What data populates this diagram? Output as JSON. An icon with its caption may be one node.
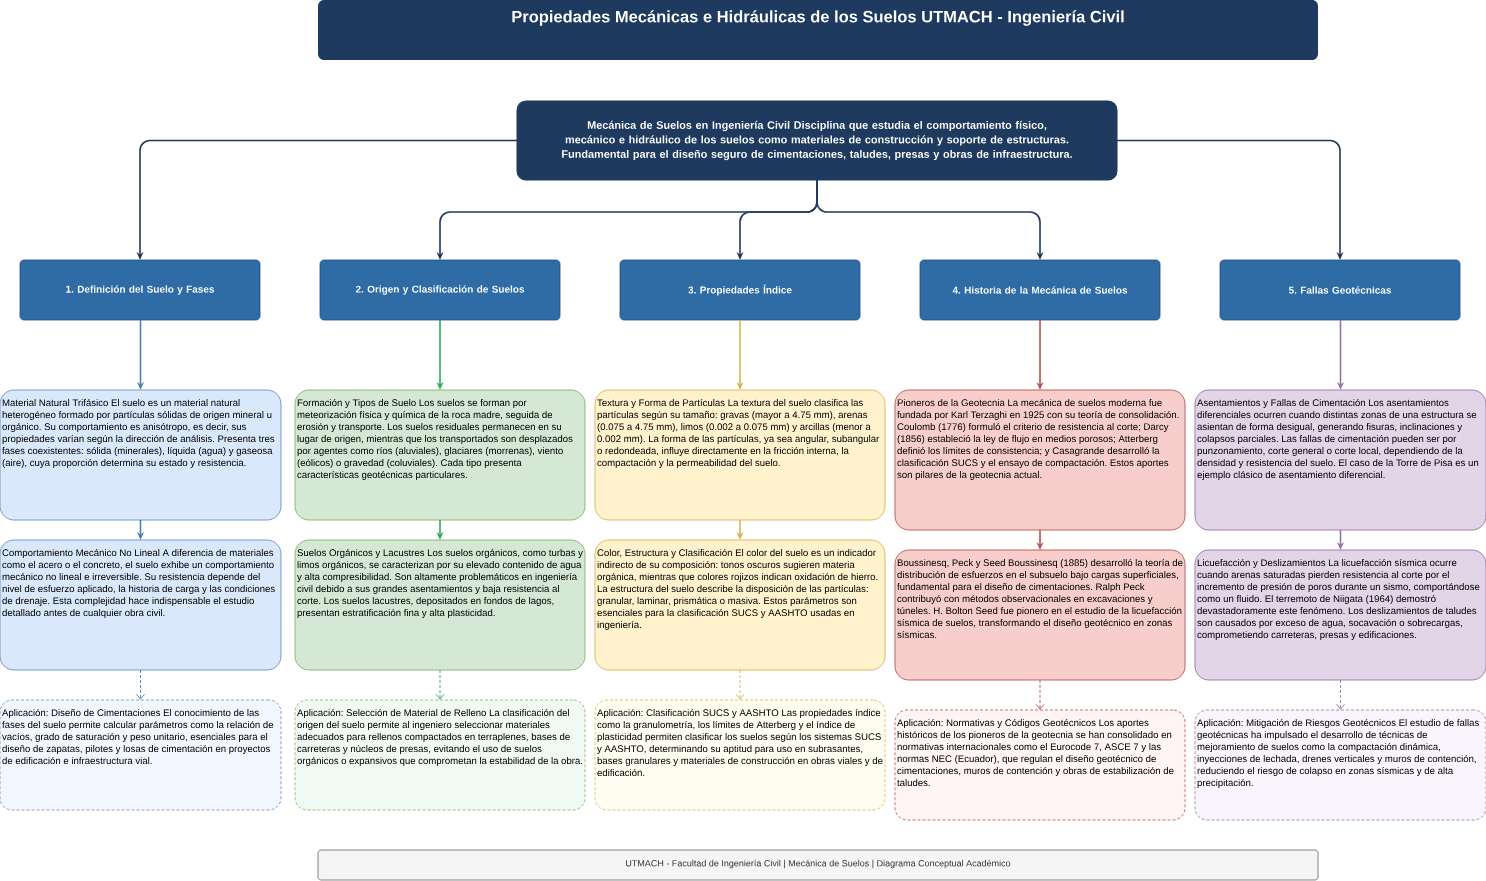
{
  "diagram": {
    "title": "Propiedades Mecánicas e Hidráulicas de los Suelos UTMACH - Ingeniería Civil",
    "caption": "UTMACH - Facultad de Ingeniería Civil | Mecánica de Suelos | Diagrama Conceptual Académico",
    "nodes": [
      {
        "text": [
          "Mecánica de Suelos en Ingeniería Civil Disciplina que estudia el comportamiento físico, mecánico e hidráulico de los suelos como materiales de construcción y soporte de estructuras. Fundamental para el diseño seguro de cimentaciones, taludes, presas y obras de infraestructura."
        ]
      },
      {
        "text": [
          "1. Definición del Suelo y Fases"
        ]
      },
      {
        "text": [
          "2. Origen y Clasificación de Suelos"
        ]
      },
      {
        "text": [
          "3. Propiedades Índice"
        ]
      },
      {
        "text": [
          "4. Historia de la Mecánica de Suelos"
        ]
      },
      {
        "text": [
          "5. Fallas Geotécnicas"
        ]
      },
      {
        "text": [
          "Material Natural Trifásico El suelo es un material natural heterogéneo formado por partículas sólidas de origen mineral u orgánico. Su comportamiento es anisótropo, es decir, sus propiedades varían según la dirección de análisis. Presenta tres fases coexistentes: sólida (minerales), líquida (agua) y gaseosa (aire), cuya proporción determina su estado y resistencia."
        ]
      },
      {
        "text": [
          "Comportamiento Mecánico No Lineal A diferencia de materiales como el acero o el concreto, el suelo exhibe un comportamiento mecánico no lineal e irreversible. Su resistencia depende del nivel de esfuerzo aplicado, la historia de carga y las condiciones de drenaje. Esta complejidad hace indispensable el estudio detallado antes de cualquier obra civil."
        ]
      },
      {
        "text": [
          "Aplicación: Diseño de Cimentaciones El conocimiento de las fases del suelo permite calcular parámetros como la relación de vacíos, grado de saturación y peso unitario, esenciales para el diseño de zapatas, pilotes y losas de cimentación en proyectos de edificación e infraestructura vial."
        ]
      },
      {
        "text": [
          "Formación y Tipos de Suelo Los suelos se forman por meteorización física y química de la roca madre, seguida de erosión y transporte. Los suelos residuales permanecen en su lugar de origen, mientras que los transportados son desplazados por agentes como ríos (aluviales), glaciares (morrenas), viento (eólicos) o gravedad (coluviales). Cada tipo presenta características geotécnicas particulares."
        ]
      },
      {
        "text": [
          "Suelos Orgánicos y Lacustres Los suelos orgánicos, como turbas y limos orgánicos, se caracterizan por su elevado contenido de agua y alta compresibilidad. Son altamente problemáticos en ingeniería civil debido a sus grandes asentamientos y baja resistencia al corte. Los suelos lacustres, depositados en fondos de lagos, presentan estratificación fina y alta plasticidad."
        ]
      },
      {
        "text": [
          "Aplicación: Selección de Material de Relleno La clasificación del origen del suelo permite al ingeniero seleccionar materiales adecuados para rellenos compactados en terraplenes, bases de carreteras y núcleos de presas, evitando el uso de suelos orgánicos o expansivos que comprometan la estabilidad de la obra."
        ]
      },
      {
        "text": [
          "Textura y Forma de Partículas La textura del suelo clasifica las partículas según su tamaño: gravas (mayor a 4.75 mm), arenas (0.075 a 4.75 mm), limos (0.002 a 0.075 mm) y arcillas (menor a 0.002 mm). La forma de las partículas, ya sea angular, subangular o redondeada, influye directamente en la fricción interna, la compactación y la permeabilidad del suelo."
        ]
      },
      {
        "text": [
          "Color, Estructura y Clasificación El color del suelo es un indicador indirecto de su composición: tonos oscuros sugieren materia orgánica, mientras que colores rojizos indican oxidación de hierro. La estructura del suelo describe la disposición de las partículas: granular, laminar, prismática o masiva. Estos parámetros son esenciales para la clasificación SUCS y AASHTO usadas en ingeniería."
        ]
      },
      {
        "text": [
          "Aplicación: Clasificación SUCS y AASHTO Las propiedades índice como la granulometría, los límites de Atterberg y el índice de plasticidad permiten clasificar los suelos según los sistemas SUCS y AASHTO, determinando su aptitud para uso en subrasantes, bases granulares y materiales de construcción en obras viales y de edificación."
        ]
      },
      {
        "text": [
          "Pioneros de la Geotecnia La mecánica de suelos moderna fue fundada por Karl Terzaghi en 1925 con su teoría de consolidación. Coulomb (1776) formuló el criterio de resistencia al corte; Darcy (1856) estableció la ley de flujo en medios porosos; Atterberg definió los límites de consistencia; y Casagrande desarrolló la clasificación SUCS y el ensayo de compactación. Estos aportes son pilares de la geotecnia actual."
        ]
      },
      {
        "text": [
          "Boussinesq, Peck y Seed Boussinesq (1885) desarrolló la teoría de distribución de esfuerzos en el subsuelo bajo cargas superficiales, fundamental para el diseño de cimentaciones. Ralph Peck contribuyó con métodos observacionales en excavaciones y túneles. H. Bolton Seed fue pionero en el estudio de la licuefacción sísmica de suelos, transformando el diseño geotécnico en zonas sísmicas."
        ]
      },
      {
        "text": [
          "Aplicación: Normativas y Códigos Geotécnicos Los aportes históricos de los pioneros de la geotecnia se han consolidado en normativas internacionales como el Eurocode 7, ASCE 7 y las normas NEC (Ecuador), que regulan el diseño geotécnico de cimentaciones, muros de contención y obras de estabilización de taludes."
        ]
      },
      {
        "text": [
          "Asentamientos y Fallas de Cimentación Los asentamientos diferenciales ocurren cuando distintas zonas de una estructura se asientan de forma desigual, generando fisuras, inclinaciones y colapsos parciales. Las fallas de cimentación pueden ser por punzonamiento, corte general o corte local, dependiendo de la densidad y resistencia del suelo. El caso de la Torre de Pisa es un ejemplo clásico de asentamiento diferencial."
        ]
      },
      {
        "text": [
          "Licuefacción y Deslizamientos La licuefacción sísmica ocurre cuando arenas saturadas pierden resistencia al corte por el incremento de presión de poros durante un sismo, comportándose como un fluido. El terremoto de Niigata (1964) demostró devastadoramente este fenómeno. Los deslizamientos de taludes son causados por exceso de agua, socavación o sobrecargas, comprometiendo carreteras, presas y edificaciones."
        ]
      },
      {
        "text": [
          "Aplicación: Mitigación de Riesgos Geotécnicos El estudio de fallas geotécnicas ha impulsado el desarrollo de técnicas de mejoramiento de suelos como la compactación dinámica, inyecciones de lechada, drenes verticales y muros de contención, reduciendo el riesgo de colapso en zonas sísmicas y de alta precipitación."
        ]
      }
    ],
    "edges": [
      {
        "from": 0,
        "to": 1,
        "arrow": "to"
      },
      {
        "from": 0,
        "to": 2,
        "arrow": "to"
      },
      {
        "from": 0,
        "to": 3,
        "arrow": "to"
      },
      {
        "from": 0,
        "to": 4,
        "arrow": "to"
      },
      {
        "from": 0,
        "to": 5,
        "arrow": "to"
      },
      {
        "from": 1,
        "to": 6,
        "arrow": "to",
        "color": "#4a7ebb"
      },
      {
        "from": 6,
        "to": 7,
        "arrow": "to",
        "color": "#4a7ebb"
      },
      {
        "from": 7,
        "to": 8,
        "arrow": "to",
        "style": "dashed",
        "color": "#4a7ebb"
      },
      {
        "from": 2,
        "to": 9,
        "arrow": "to",
        "color": "#2eaa5e"
      },
      {
        "from": 9,
        "to": 10,
        "arrow": "to",
        "color": "#2eaa5e"
      },
      {
        "from": 10,
        "to": 11,
        "arrow": "to",
        "style": "dashed",
        "color": "#2eaa5e"
      },
      {
        "from": 3,
        "to": 12,
        "arrow": "to",
        "color": "#d6b656"
      },
      {
        "from": 12,
        "to": 13,
        "arrow": "to",
        "color": "#d6b656"
      },
      {
        "from": 13,
        "to": 14,
        "arrow": "to",
        "style": "dashed",
        "color": "#d6b656"
      },
      {
        "from": 4,
        "to": 15,
        "arrow": "to",
        "color": "#b85450"
      },
      {
        "from": 15,
        "to": 16,
        "arrow": "to",
        "color": "#b85450"
      },
      {
        "from": 16,
        "to": 17,
        "arrow": "to",
        "style": "dashed",
        "color": "#b85450"
      },
      {
        "from": 5,
        "to": 18,
        "arrow": "to",
        "color": "#9673a6"
      },
      {
        "from": 18,
        "to": 19,
        "arrow": "to",
        "color": "#9673a6"
      },
      {
        "from": 19,
        "to": 20,
        "arrow": "to",
        "style": "dashed",
        "color": "#9673a6"
      }
    ]
  }
}
